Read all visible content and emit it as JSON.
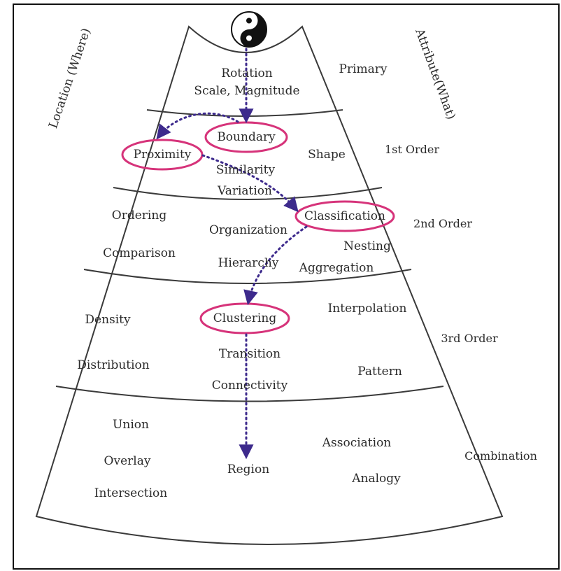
{
  "axis": {
    "left": "Location (Where)",
    "right": "Attribute(What)"
  },
  "levels": {
    "primary": "Primary",
    "first": "1st Order",
    "second": "2nd Order",
    "third": "3rd Order",
    "combination": "Combination"
  },
  "band0": {
    "rotation": "Rotation",
    "scale": "Scale, Magnitude"
  },
  "band1": {
    "boundary": "Boundary",
    "proximity": "Proximity",
    "similarity": "Similarity",
    "variation": "Variation",
    "shape": "Shape"
  },
  "band2": {
    "ordering": "Ordering",
    "organization": "Organization",
    "classification": "Classification",
    "comparison": "Comparison",
    "nesting": "Nesting",
    "hierarchy": "Hierarchy",
    "aggregation": "Aggregation"
  },
  "band3": {
    "density": "Density",
    "clustering": "Clustering",
    "interpolation": "Interpolation",
    "transition": "Transition",
    "distribution": "Distribution",
    "pattern": "Pattern",
    "connectivity": "Connectivity"
  },
  "band4": {
    "union": "Union",
    "association": "Association",
    "overlay": "Overlay",
    "region": "Region",
    "analogy": "Analogy",
    "intersection": "Intersection"
  },
  "colors": {
    "outline": "#3a3a3a",
    "highlight": "#d6337a",
    "arrow": "#3d2a8c",
    "text": "#2a2a2a"
  }
}
